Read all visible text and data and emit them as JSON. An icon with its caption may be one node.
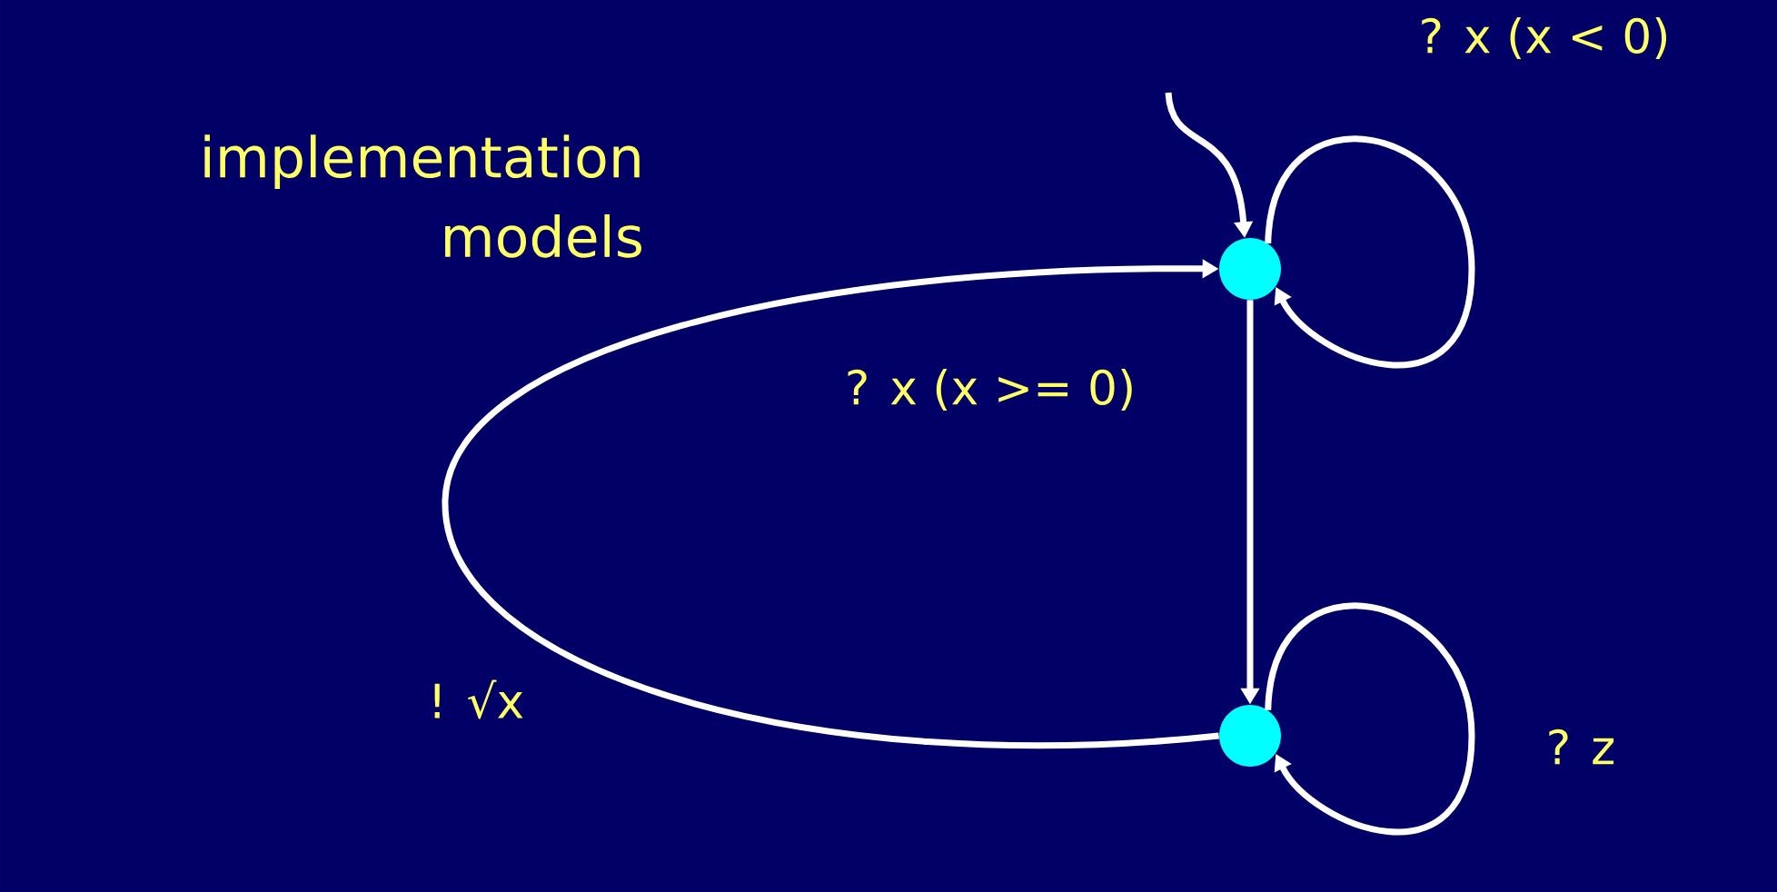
{
  "diagram": {
    "nodes": [
      {
        "text": [],
        "shape": "circle"
      },
      {
        "text": [],
        "shape": "circle"
      }
    ],
    "edges": [
      {
        "from": null,
        "to": 0,
        "arrow": "to"
      },
      {
        "from": 0,
        "to": 0,
        "arrow": "to",
        "label": "? x (x < 0)"
      },
      {
        "from": 0,
        "to": 1,
        "arrow": "to",
        "label": "? x (x >= 0)"
      },
      {
        "from": 1,
        "to": 1,
        "arrow": "to",
        "label": "? z"
      },
      {
        "from": 1,
        "to": 0,
        "arrow": "to",
        "label": "! √x"
      }
    ],
    "labels": [
      "implementation models"
    ]
  }
}
